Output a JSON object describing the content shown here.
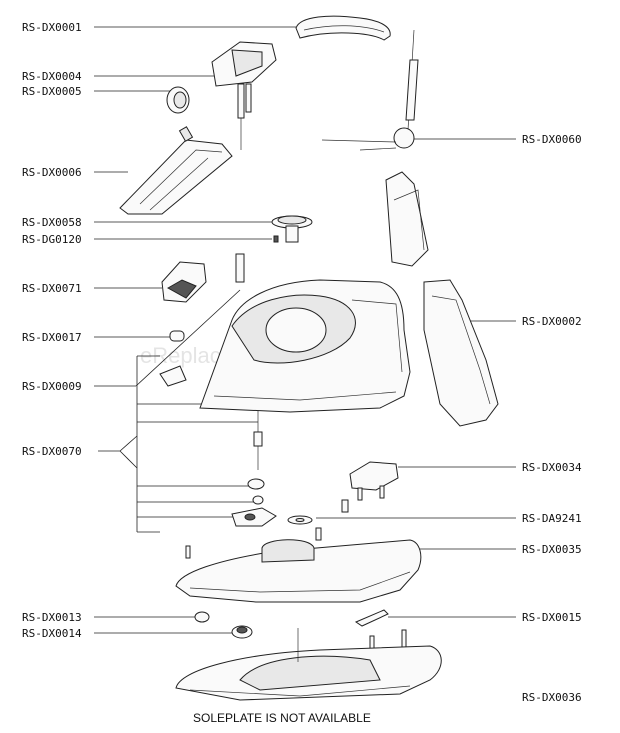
{
  "labels": {
    "dx0001": "RS-DX0001",
    "dx0004": "RS-DX0004",
    "dx0005": "RS-DX0005",
    "dx0006": "RS-DX0006",
    "dx0058": "RS-DX0058",
    "dg0120": "RS-DG0120",
    "dx0071": "RS-DX0071",
    "dx0017": "RS-DX0017",
    "dx0009": "RS-DX0009",
    "dx0070": "RS-DX0070",
    "dx0013": "RS-DX0013",
    "dx0014": "RS-DX0014",
    "dx0060": "RS-DX0060",
    "dx0002": "RS-DX0002",
    "dx0034": "RS-DX0034",
    "da9241": "RS-DA9241",
    "dx0035": "RS-DX0035",
    "dx0015": "RS-DX0015",
    "dx0036": "RS-DX0036"
  },
  "footer_note": "SOLEPLATE IS NOT AVAILABLE",
  "watermark": "eReplacementParts.com"
}
